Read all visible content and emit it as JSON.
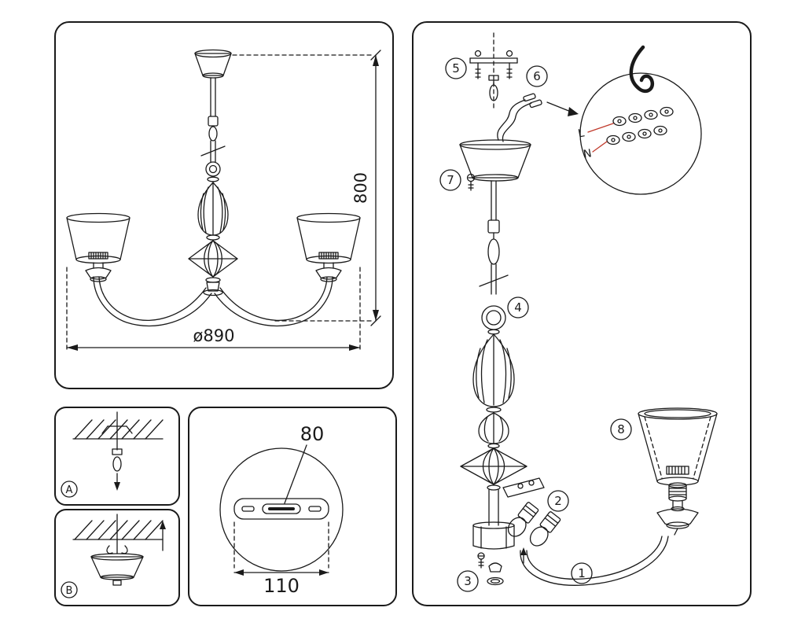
{
  "main_view": {
    "height_dim": "800",
    "diameter_dim": "ø890"
  },
  "canopy_detail": {
    "slot_dim": "80",
    "width_dim": "110"
  },
  "mount_steps": {
    "step_a": "A",
    "step_b": "B"
  },
  "assembly": {
    "callouts": {
      "c1": "1",
      "c2": "2",
      "c3": "3",
      "c4": "4",
      "c5": "5",
      "c6": "6",
      "c7": "7",
      "c8": "8"
    },
    "wire_labels": {
      "live": "L",
      "neutral": "N"
    }
  },
  "colors": {
    "line": "#1a1a1a",
    "wire_leader": "#c0392b",
    "panel_border": "#1a1a1a",
    "background": "#ffffff"
  }
}
